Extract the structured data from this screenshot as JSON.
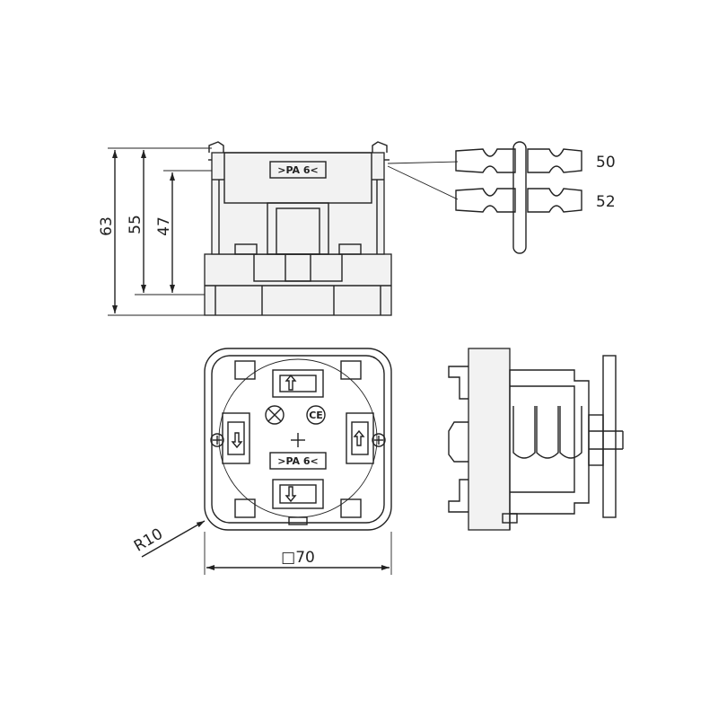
{
  "dimensions": {
    "height_total": "63",
    "height_mid": "55",
    "height_inner": "47",
    "clip_wide": "50",
    "clip_narrow": "52",
    "radius": "R10",
    "square": "□70"
  },
  "labels": {
    "material_top": ">PA 6<",
    "material_bottom": ">PA 6<",
    "ce_mark": "CE"
  },
  "icons": [
    "arrow-up-icon",
    "arrow-down-icon",
    "screw-icon",
    "ground-symbol-icon",
    "ce-mark-icon"
  ]
}
